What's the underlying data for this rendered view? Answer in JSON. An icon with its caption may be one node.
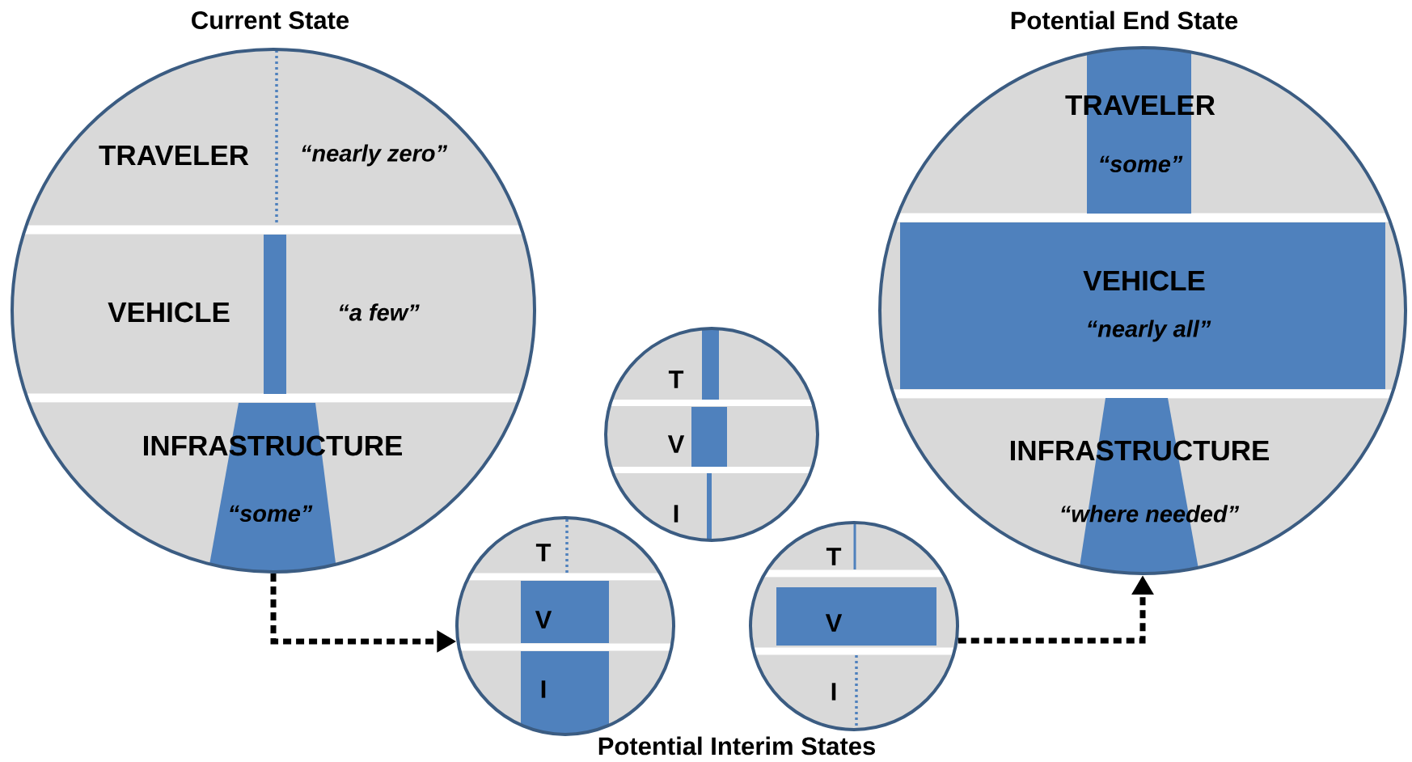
{
  "diagram": {
    "nodes": [
      {
        "text": [
          "Current State",
          "TRAVELER",
          "“nearly zero”",
          "VEHICLE",
          "“a few”",
          "INFRASTRUCTURE",
          "“some”"
        ]
      },
      {
        "text": [
          "T",
          "V",
          "I"
        ]
      },
      {
        "text": [
          "T",
          "V",
          "I"
        ]
      },
      {
        "text": [
          "T",
          "V",
          "I"
        ]
      },
      {
        "text": [
          "Potential End State",
          "TRAVELER",
          "“some”",
          "VEHICLE",
          "“nearly all”",
          "INFRASTRUCTURE",
          "“where needed”"
        ]
      }
    ],
    "edges": [
      {
        "from": 0,
        "to": 2,
        "arrow": "to",
        "style": "dashed"
      },
      {
        "from": 3,
        "to": 4,
        "arrow": "to",
        "style": "dashed"
      }
    ],
    "labels": [
      "Potential Interim States"
    ]
  }
}
